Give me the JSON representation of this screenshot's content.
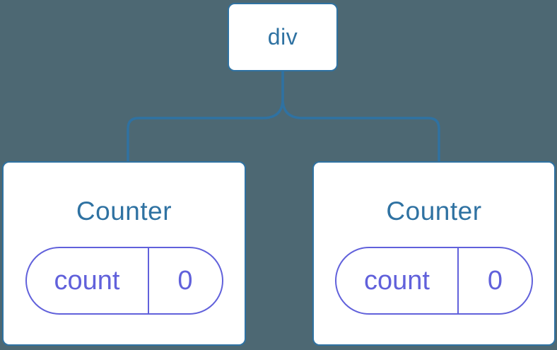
{
  "canvas": {
    "background": "#4d6873"
  },
  "colors": {
    "node_blue": "#2f72a2",
    "state_purple": "#6161db",
    "card_bg": "#ffffff"
  },
  "tree": {
    "root": {
      "label": "div"
    },
    "children": [
      {
        "title": "Counter",
        "state": {
          "key": "count",
          "value": "0"
        }
      },
      {
        "title": "Counter",
        "state": {
          "key": "count",
          "value": "0"
        }
      }
    ]
  }
}
